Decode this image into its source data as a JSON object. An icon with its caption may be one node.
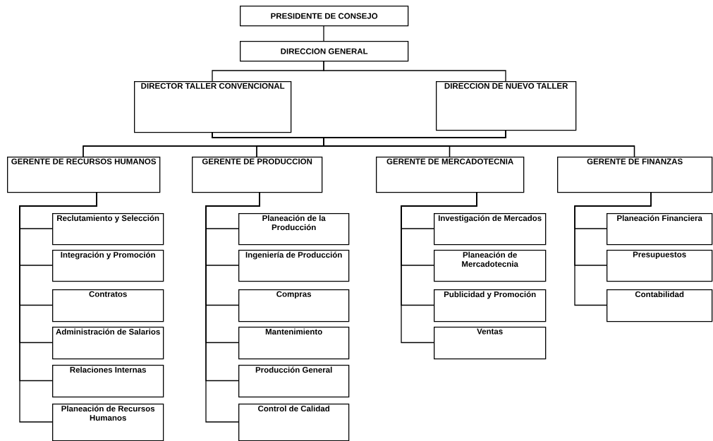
{
  "diagram": {
    "nodes": [
      {
        "text": [
          "PRESIDENTE DE CONSEJO"
        ]
      },
      {
        "text": [
          "DIRECCION GENERAL"
        ]
      },
      {
        "text": [
          "DIRECTOR TALLER CONVENCIONAL"
        ]
      },
      {
        "text": [
          "DIRECCION DE NUEVO TALLER"
        ]
      },
      {
        "text": [
          "GERENTE DE RECURSOS HUMANOS"
        ]
      },
      {
        "text": [
          "GERENTE DE PRODUCCION"
        ]
      },
      {
        "text": [
          "GERENTE DE MERCADOTECNIA"
        ]
      },
      {
        "text": [
          "GERENTE DE FINANZAS"
        ]
      },
      {
        "text": [
          "Reclutamiento y Selección"
        ]
      },
      {
        "text": [
          "Integración y Promoción"
        ]
      },
      {
        "text": [
          "Contratos"
        ]
      },
      {
        "text": [
          "Administración de Salarios"
        ]
      },
      {
        "text": [
          "Relaciones Internas"
        ]
      },
      {
        "text": [
          "Planeación de Recursos Humanos"
        ]
      },
      {
        "text": [
          "Planeación de la Producción"
        ]
      },
      {
        "text": [
          "Ingeniería de Producción"
        ]
      },
      {
        "text": [
          "Compras"
        ]
      },
      {
        "text": [
          "Mantenimiento"
        ]
      },
      {
        "text": [
          "Producción General"
        ]
      },
      {
        "text": [
          "Control de Calidad"
        ]
      },
      {
        "text": [
          "Investigación de Mercados"
        ]
      },
      {
        "text": [
          "Planeación de Mercadotecnia"
        ]
      },
      {
        "text": [
          "Publicidad y Promoción"
        ]
      },
      {
        "text": [
          "Ventas"
        ]
      },
      {
        "text": [
          "Planeación Financiera"
        ]
      },
      {
        "text": [
          "Presupuestos"
        ]
      },
      {
        "text": [
          "Contabilidad"
        ]
      }
    ],
    "edges": [
      {
        "from": 0,
        "to": 1,
        "arrow": "none"
      },
      {
        "from": 1,
        "to": 2,
        "arrow": "none"
      },
      {
        "from": 1,
        "to": 3,
        "arrow": "none"
      },
      {
        "from": 2,
        "to": 4,
        "arrow": "none"
      },
      {
        "from": 2,
        "to": 5,
        "arrow": "none"
      },
      {
        "from": 2,
        "to": 6,
        "arrow": "none"
      },
      {
        "from": 2,
        "to": 7,
        "arrow": "none"
      },
      {
        "from": 3,
        "to": 4,
        "arrow": "none"
      },
      {
        "from": 3,
        "to": 5,
        "arrow": "none"
      },
      {
        "from": 3,
        "to": 6,
        "arrow": "none"
      },
      {
        "from": 3,
        "to": 7,
        "arrow": "none"
      },
      {
        "from": 4,
        "to": 8,
        "arrow": "none"
      },
      {
        "from": 4,
        "to": 9,
        "arrow": "none"
      },
      {
        "from": 4,
        "to": 10,
        "arrow": "none"
      },
      {
        "from": 4,
        "to": 11,
        "arrow": "none"
      },
      {
        "from": 4,
        "to": 12,
        "arrow": "none"
      },
      {
        "from": 4,
        "to": 13,
        "arrow": "none"
      },
      {
        "from": 5,
        "to": 14,
        "arrow": "none"
      },
      {
        "from": 5,
        "to": 15,
        "arrow": "none"
      },
      {
        "from": 5,
        "to": 16,
        "arrow": "none"
      },
      {
        "from": 5,
        "to": 17,
        "arrow": "none"
      },
      {
        "from": 5,
        "to": 18,
        "arrow": "none"
      },
      {
        "from": 5,
        "to": 19,
        "arrow": "none"
      },
      {
        "from": 6,
        "to": 20,
        "arrow": "none"
      },
      {
        "from": 6,
        "to": 21,
        "arrow": "none"
      },
      {
        "from": 6,
        "to": 22,
        "arrow": "none"
      },
      {
        "from": 6,
        "to": 23,
        "arrow": "none"
      },
      {
        "from": 7,
        "to": 24,
        "arrow": "none"
      },
      {
        "from": 7,
        "to": 25,
        "arrow": "none"
      },
      {
        "from": 7,
        "to": 26,
        "arrow": "none"
      }
    ]
  }
}
